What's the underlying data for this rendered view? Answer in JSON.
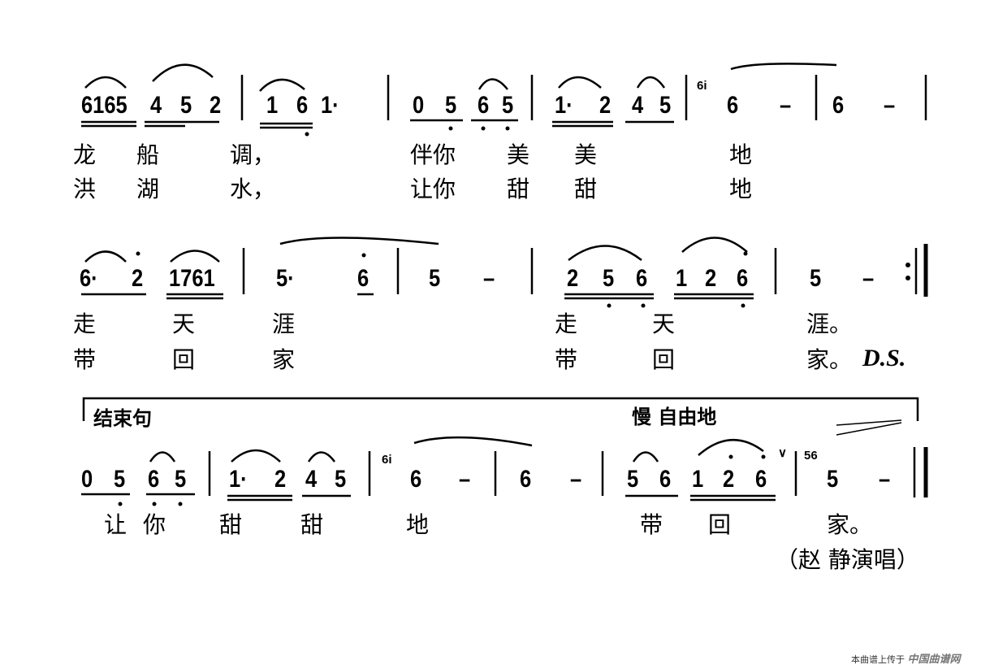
{
  "row1": {
    "notes": [
      "6165",
      "4",
      "5",
      "2",
      "1",
      "6",
      "1·",
      "0",
      "5",
      "6",
      "5",
      "1·",
      "2",
      "4",
      "5",
      "6i",
      "6",
      "–",
      "6",
      "–"
    ],
    "lyrics1": [
      "龙",
      "船",
      "调，",
      "伴你",
      "美",
      "美",
      "地"
    ],
    "lyrics2": [
      "洪",
      "湖",
      "水，",
      "让你",
      "甜",
      "甜",
      "地"
    ]
  },
  "row2": {
    "notes": [
      "6·",
      "2",
      "1761",
      "5·",
      "6",
      "5",
      "–",
      "2",
      "5",
      "6",
      "1",
      "2",
      "6",
      "5",
      "–"
    ],
    "lyrics1": [
      "走",
      "天",
      "涯",
      "走",
      "天",
      "涯。"
    ],
    "lyrics2": [
      "带",
      "回",
      "家",
      "带",
      "回",
      "家。"
    ],
    "ds": "D.S."
  },
  "row3": {
    "ending_label": "结束句",
    "tempo": "慢 自由地",
    "notes": [
      "0",
      "5",
      "6",
      "5",
      "1·",
      "2",
      "4",
      "5",
      "6i",
      "6",
      "–",
      "6",
      "–",
      "5",
      "6",
      "1",
      "2",
      "6",
      "∨",
      "56",
      "5",
      "–"
    ],
    "lyrics": [
      "让",
      "你",
      "甜",
      "甜",
      "地",
      "带",
      "回",
      "家。"
    ],
    "credit": "（赵  静演唱）"
  },
  "watermark": {
    "text": "本曲谱上传于",
    "brand": "中国曲谱网"
  }
}
